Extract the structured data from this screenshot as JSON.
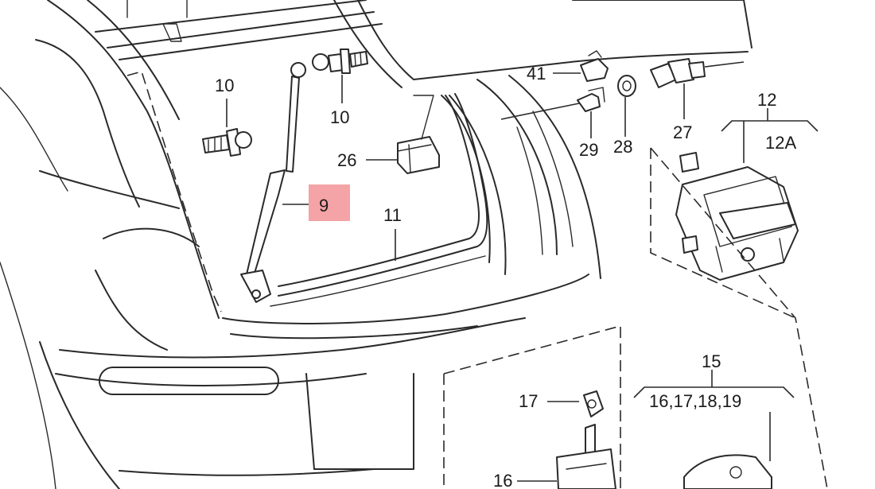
{
  "highlight_color": "#f4a3a6",
  "labels": {
    "p9": "9",
    "p10a": "10",
    "p10b": "10",
    "p11": "11",
    "p12": "12",
    "p12a": "12A",
    "p15": "15",
    "p15_group": "16,17,18,19",
    "p16": "16",
    "p17": "17",
    "p26": "26",
    "p27": "27",
    "p28": "28",
    "p29": "29",
    "p41": "41"
  }
}
